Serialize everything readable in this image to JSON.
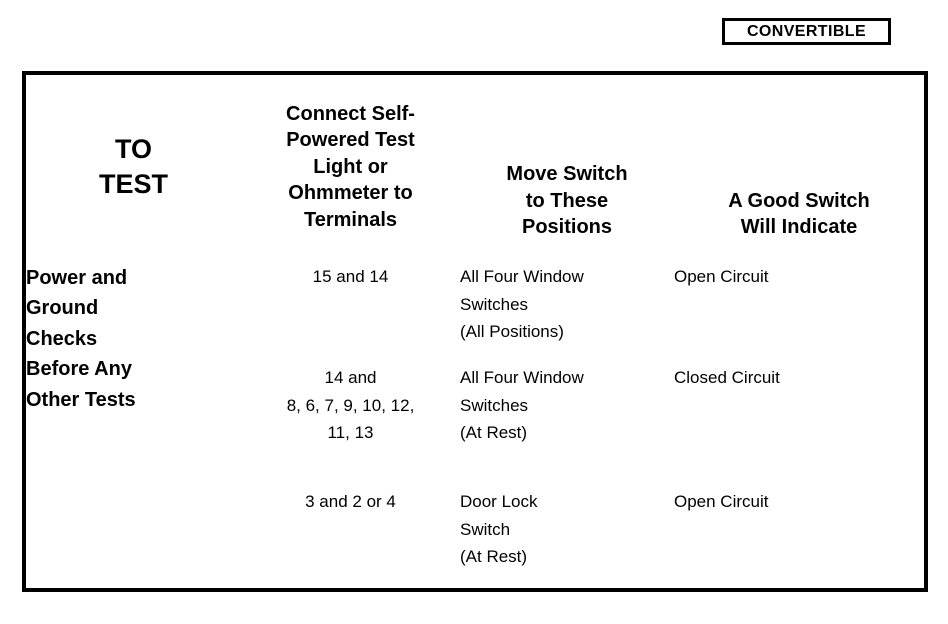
{
  "badge": {
    "label": "CONVERTIBLE"
  },
  "table": {
    "headers": [
      {
        "name": "to-test",
        "lines": [
          "TO",
          "TEST"
        ],
        "style": "big"
      },
      {
        "name": "connect-terminals",
        "lines": [
          "Connect Self-",
          "Powered Test",
          "Light or",
          "Ohmmeter to",
          "Terminals"
        ],
        "style": "fill"
      },
      {
        "name": "move-switch-positions",
        "lines": [
          "Move Switch",
          "to These",
          "Positions"
        ],
        "style": "lower"
      },
      {
        "name": "good-switch-indicate",
        "lines": [
          "A Good Switch",
          "Will Indicate"
        ],
        "style": "lower"
      }
    ],
    "stub": {
      "lines": [
        "Power and",
        "Ground",
        "Checks",
        "Before Any",
        "Other Tests"
      ]
    },
    "rows": [
      {
        "terminals": [
          "15 and 14"
        ],
        "positions": [
          "All Four Window",
          "Switches",
          "(All Positions)"
        ],
        "indication": [
          "Open Circuit"
        ]
      },
      {
        "terminals": [
          "14 and",
          "8, 6, 7, 9, 10, 12,",
          "11, 13"
        ],
        "positions": [
          "All Four Window",
          "Switches",
          "(At Rest)"
        ],
        "indication": [
          "Closed Circuit"
        ]
      },
      {
        "terminals": [
          "3 and 2 or 4"
        ],
        "positions": [
          "Door Lock",
          "Switch",
          "(At Rest)"
        ],
        "indication": [
          "Open Circuit"
        ]
      }
    ]
  },
  "colors": {
    "ink": "#000000",
    "paper": "#ffffff"
  }
}
